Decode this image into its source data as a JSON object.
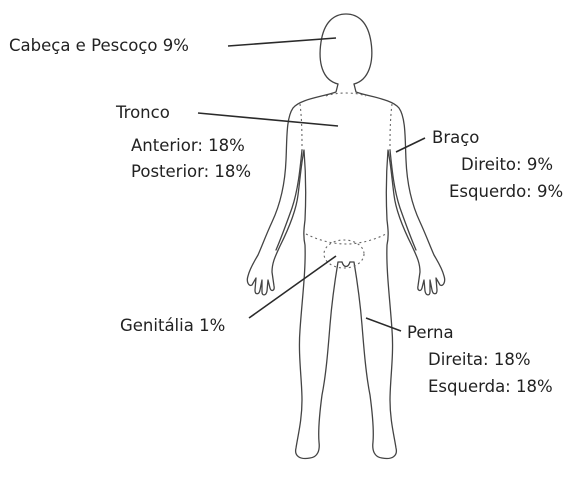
{
  "labels": {
    "head_neck": "Cabeça e Pescoço 9%",
    "trunk": {
      "title": "Tronco",
      "anterior": "Anterior: 18%",
      "posterior": "Posterior: 18%"
    },
    "arm": {
      "title": "Braço",
      "right": "Direito: 9%",
      "left": "Esquerdo: 9%"
    },
    "genitalia": "Genitália 1%",
    "leg": {
      "title": "Perna",
      "right": "Direita: 18%",
      "left": "Esquerda: 18%"
    }
  },
  "colors": {
    "text": "#222222",
    "outline": "#444444",
    "background": "#ffffff"
  }
}
